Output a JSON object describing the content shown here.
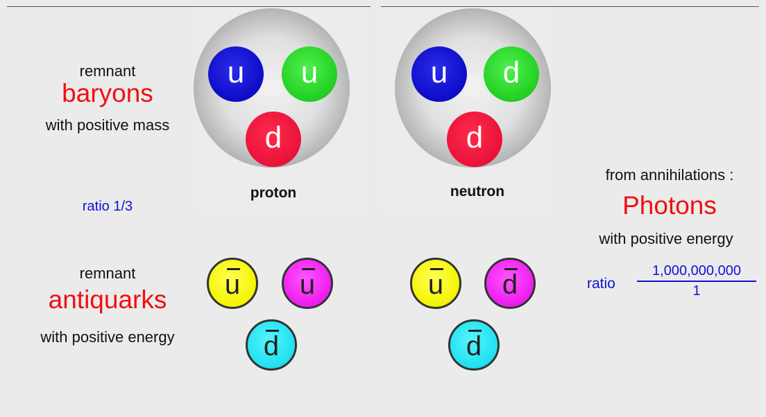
{
  "baryons": {
    "prefix": "remnant",
    "title": "baryons",
    "suffix": "with positive mass",
    "ratio": "ratio 1/3"
  },
  "antiquarks": {
    "prefix": "remnant",
    "title": "antiquarks",
    "suffix": "with positive energy"
  },
  "photons": {
    "prefix": "from annihilations :",
    "title": "Photons",
    "suffix": "with positive energy",
    "ratio_label": "ratio",
    "ratio_numerator": "1,000,000,000",
    "ratio_denominator": "1"
  },
  "proton": {
    "label": "proton",
    "quarks": [
      {
        "letter": "u",
        "color": "#0c0cc8"
      },
      {
        "letter": "u",
        "color": "#22cf22"
      },
      {
        "letter": "d",
        "color": "#e9123a"
      }
    ]
  },
  "neutron": {
    "label": "neutron",
    "quarks": [
      {
        "letter": "u",
        "color": "#0c0cc8"
      },
      {
        "letter": "d",
        "color": "#22cf22"
      },
      {
        "letter": "d",
        "color": "#e9123a"
      }
    ]
  },
  "antiquark_set_1": [
    {
      "letter": "u",
      "color": "#f4f400"
    },
    {
      "letter": "u",
      "color": "#ee1cee"
    },
    {
      "letter": "d",
      "color": "#20e0ef"
    }
  ],
  "antiquark_set_2": [
    {
      "letter": "u",
      "color": "#f4f400"
    },
    {
      "letter": "d",
      "color": "#ee1cee"
    },
    {
      "letter": "d",
      "color": "#20e0ef"
    }
  ],
  "colors": {
    "title_red": "#f00f0f",
    "ratio_blue": "#1010d8",
    "background": "#ebebeb"
  }
}
